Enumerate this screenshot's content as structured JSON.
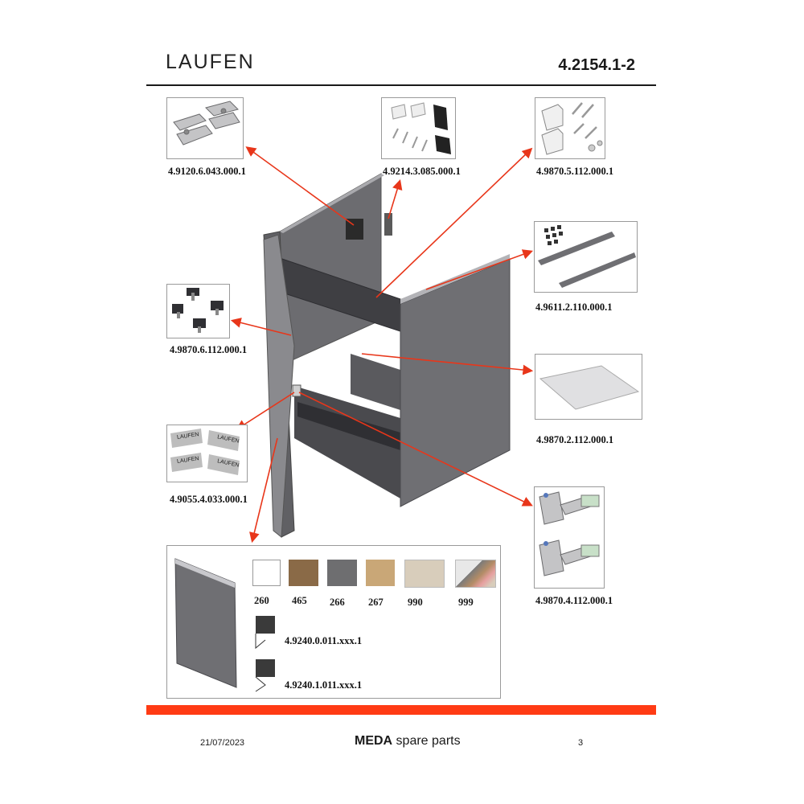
{
  "header": {
    "brand": "LAUFEN",
    "doc_number": "4.2154.1-2"
  },
  "parts": [
    {
      "code": "4.9120.6.043.000.1"
    },
    {
      "code": "4.9214.3.085.000.1"
    },
    {
      "code": "4.9870.5.112.000.1"
    },
    {
      "code": "4.9611.2.110.000.1"
    },
    {
      "code": "4.9870.6.112.000.1"
    },
    {
      "code": "4.9870.2.112.000.1"
    },
    {
      "code": "4.9055.4.033.000.1"
    },
    {
      "code": "4.9870.4.112.000.1"
    }
  ],
  "logo_labels": [
    "LAUFEN",
    "LAUFEN",
    "LAUFEN",
    "LAUFEN"
  ],
  "door_panel": {
    "swatches": [
      {
        "label": "260",
        "color": "#ffffff"
      },
      {
        "label": "465",
        "color": "#8a6a47"
      },
      {
        "label": "266",
        "color": "#6e6e70"
      },
      {
        "label": "267",
        "color": "#c9a777"
      },
      {
        "label": "990",
        "color": "#d8cdbb"
      },
      {
        "label": "999",
        "color": "#b9b9b9"
      }
    ],
    "door_codes": [
      "4.9240.0.011.xxx.1",
      "4.9240.1.011.xxx.1"
    ]
  },
  "footer": {
    "date": "21/07/2023",
    "title_bold": "MEDA",
    "title_rest": " spare parts",
    "page": "3"
  },
  "colors": {
    "accent": "#ff3b14",
    "cabinet": "#6f6f73"
  }
}
